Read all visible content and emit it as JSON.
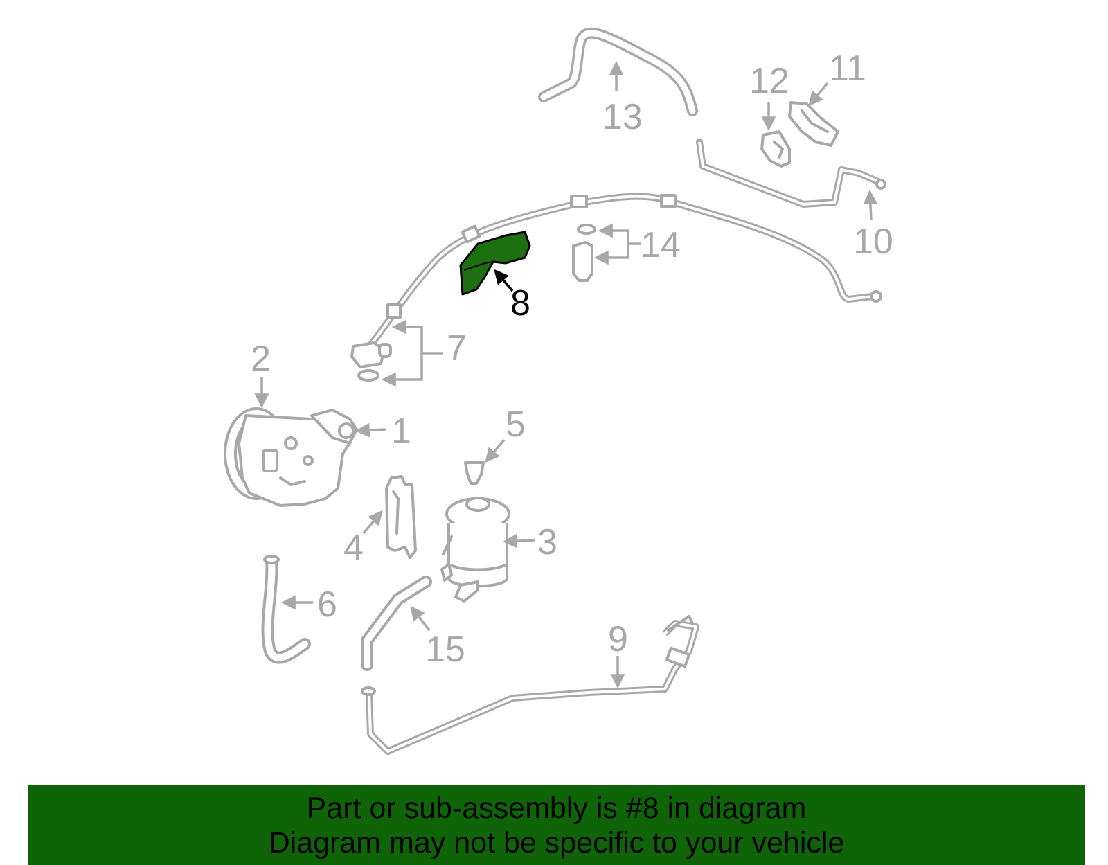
{
  "labels": {
    "p1": "1",
    "p2": "2",
    "p3": "3",
    "p4": "4",
    "p5": "5",
    "p6": "6",
    "p7": "7",
    "p8": "8",
    "p9": "9",
    "p10": "10",
    "p11": "11",
    "p12": "12",
    "p13": "13",
    "p14": "14",
    "p15": "15"
  },
  "banner": {
    "line1": "Part or sub-assembly is #8 in diagram",
    "line2": "Diagram may not be specific to your vehicle"
  },
  "colors": {
    "highlight": "#1e6e12",
    "banner": "#0f6408",
    "outline": "#a8a8a8"
  },
  "highlighted_part": "8"
}
